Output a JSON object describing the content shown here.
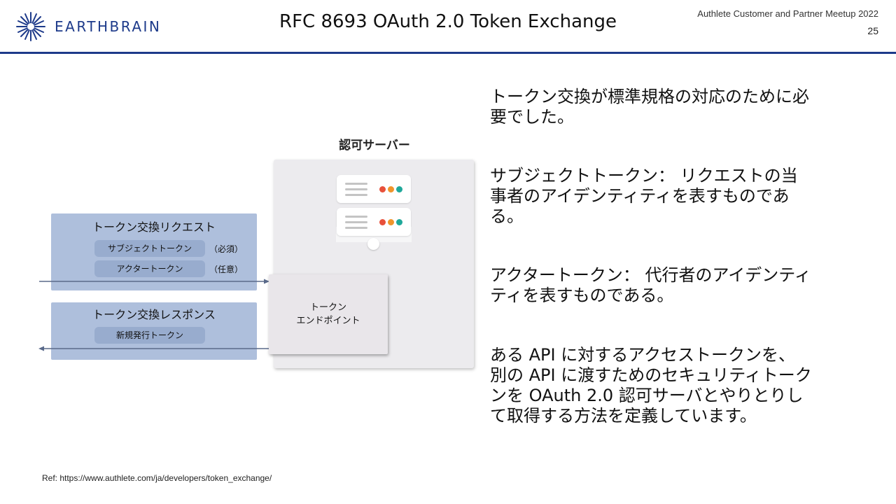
{
  "header": {
    "logo_text": "EARTHBRAIN",
    "title": "RFC 8693 OAuth 2.0 Token Exchange",
    "event": "Authlete Customer and Partner Meetup 2022",
    "page_number": "25",
    "accent_color": "#1d3a8a"
  },
  "diagram": {
    "server_label": "認可サーバー",
    "endpoint_line1": "トークン",
    "endpoint_line2": "エンドポイント",
    "request": {
      "title": "トークン交換リクエスト",
      "subject_token": "サブジェクトトークン",
      "subject_note": "（必須）",
      "actor_token": "アクタートークン",
      "actor_note": "（任意）"
    },
    "response": {
      "title": "トークン交換レスポンス",
      "issued_token": "新規発行トークン"
    }
  },
  "body": {
    "para1": "トークン交換が標準規格の対応のために必要でした。",
    "para2": "サブジェクトトークン： リクエストの当事者のアイデンティティを表すものである。",
    "para3": "アクタートークン： 代行者のアイデンティティを表すものである。",
    "para4": "ある API に対するアクセストークンを、別の API に渡すためのセキュリティトークンを OAuth 2.0 認可サーバとやりとりして取得する方法を定義しています。"
  },
  "footer": {
    "ref": "Ref: https://www.authlete.com/ja/developers/token_exchange/"
  }
}
